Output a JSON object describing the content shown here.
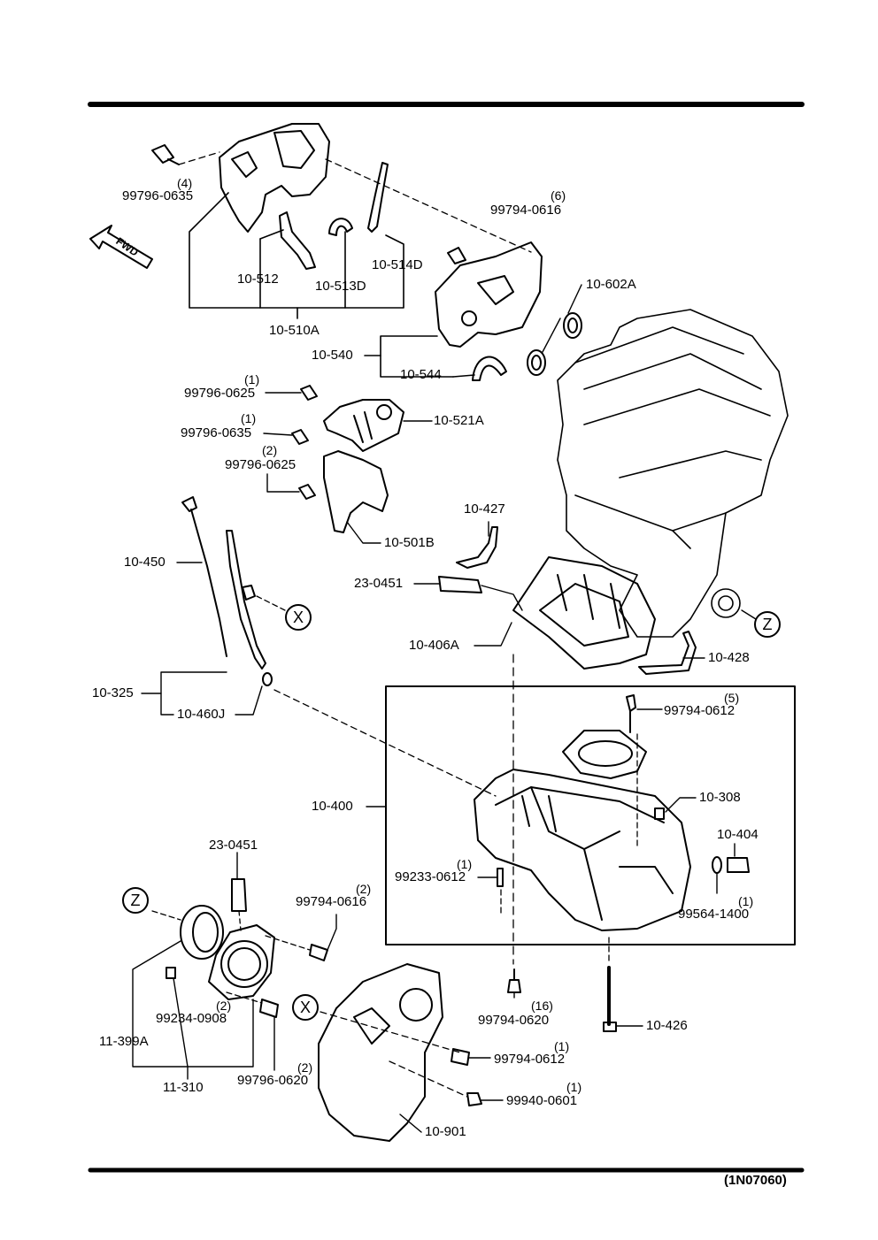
{
  "diagram": {
    "fwd_label": "FWD",
    "figure_code": "(1N07060)",
    "callouts": {
      "z": "Z",
      "x": "X"
    },
    "parts": [
      {
        "id": "p1",
        "code": "99796-0635",
        "qty": "(4)"
      },
      {
        "id": "p2",
        "code": "99794-0616",
        "qty": "(6)"
      },
      {
        "id": "p3",
        "code": "10-602A",
        "qty": ""
      },
      {
        "id": "p4",
        "code": "10-512",
        "qty": ""
      },
      {
        "id": "p5",
        "code": "10-513D",
        "qty": ""
      },
      {
        "id": "p6",
        "code": "10-514D",
        "qty": ""
      },
      {
        "id": "p7",
        "code": "10-510A",
        "qty": ""
      },
      {
        "id": "p8",
        "code": "10-540",
        "qty": ""
      },
      {
        "id": "p9",
        "code": "10-544",
        "qty": ""
      },
      {
        "id": "p10",
        "code": "99796-0625",
        "qty": "(1)"
      },
      {
        "id": "p11",
        "code": "10-521A",
        "qty": ""
      },
      {
        "id": "p12",
        "code": "99796-0635",
        "qty": "(1)"
      },
      {
        "id": "p13",
        "code": "99796-0625",
        "qty": "(2)"
      },
      {
        "id": "p14",
        "code": "10-501B",
        "qty": ""
      },
      {
        "id": "p15",
        "code": "10-427",
        "qty": ""
      },
      {
        "id": "p16",
        "code": "10-450",
        "qty": ""
      },
      {
        "id": "p17",
        "code": "23-0451",
        "qty": ""
      },
      {
        "id": "p18",
        "code": "10-406A",
        "qty": ""
      },
      {
        "id": "p19",
        "code": "10-428",
        "qty": ""
      },
      {
        "id": "p20",
        "code": "10-325",
        "qty": ""
      },
      {
        "id": "p21",
        "code": "10-460J",
        "qty": ""
      },
      {
        "id": "p22",
        "code": "99794-0612",
        "qty": "(5)"
      },
      {
        "id": "p23",
        "code": "10-400",
        "qty": ""
      },
      {
        "id": "p24",
        "code": "10-308",
        "qty": ""
      },
      {
        "id": "p25",
        "code": "10-404",
        "qty": ""
      },
      {
        "id": "p26",
        "code": "99233-0612",
        "qty": "(1)"
      },
      {
        "id": "p27",
        "code": "99564-1400",
        "qty": "(1)"
      },
      {
        "id": "p28",
        "code": "23-0451",
        "qty": ""
      },
      {
        "id": "p29",
        "code": "99794-0616",
        "qty": "(2)"
      },
      {
        "id": "p30",
        "code": "99234-0908",
        "qty": "(2)"
      },
      {
        "id": "p31",
        "code": "11-399A",
        "qty": ""
      },
      {
        "id": "p32",
        "code": "11-310",
        "qty": ""
      },
      {
        "id": "p33",
        "code": "99796-0620",
        "qty": "(2)"
      },
      {
        "id": "p34",
        "code": "99794-0620",
        "qty": "(16)"
      },
      {
        "id": "p35",
        "code": "10-426",
        "qty": ""
      },
      {
        "id": "p36",
        "code": "99794-0612",
        "qty": "(1)"
      },
      {
        "id": "p37",
        "code": "99940-0601",
        "qty": "(1)"
      },
      {
        "id": "p38",
        "code": "10-901",
        "qty": ""
      }
    ]
  }
}
